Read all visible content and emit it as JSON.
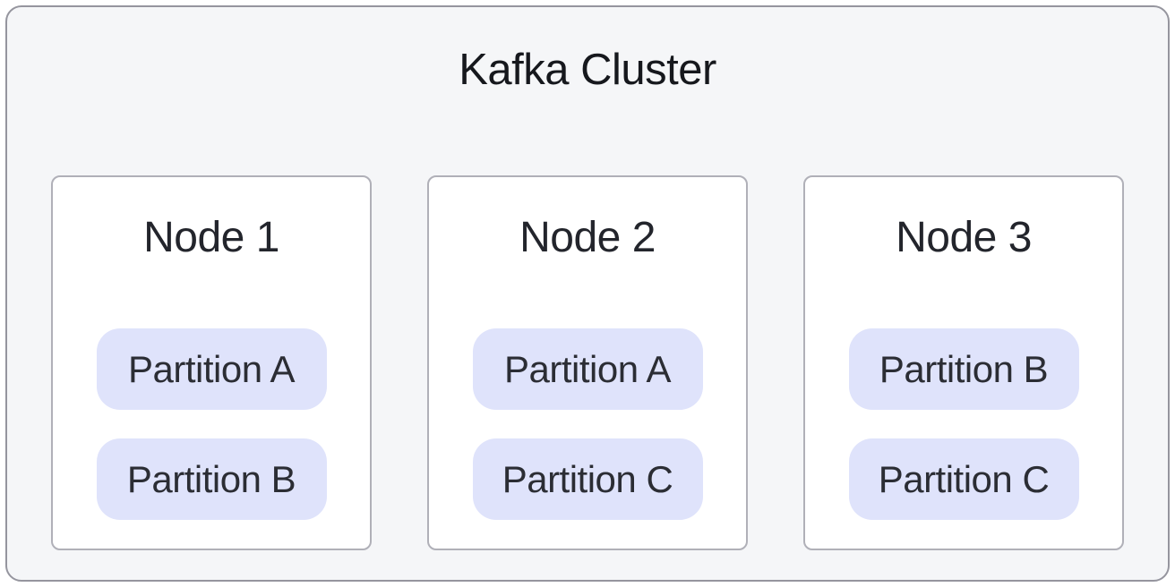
{
  "diagram": {
    "title": "Kafka Cluster",
    "nodes": [
      {
        "label": "Node 1",
        "partitions": [
          "Partition A",
          "Partition B"
        ]
      },
      {
        "label": "Node 2",
        "partitions": [
          "Partition A",
          "Partition C"
        ]
      },
      {
        "label": "Node 3",
        "partitions": [
          "Partition B",
          "Partition C"
        ]
      }
    ],
    "colors": {
      "container_bg": "#f5f6f8",
      "container_border": "#95959e",
      "node_bg": "#ffffff",
      "node_border": "#b0b0b8",
      "partition_bg": "#dfe3fb",
      "title_text": "#16181d",
      "node_text": "#23252c",
      "partition_text": "#2b2d34"
    }
  }
}
